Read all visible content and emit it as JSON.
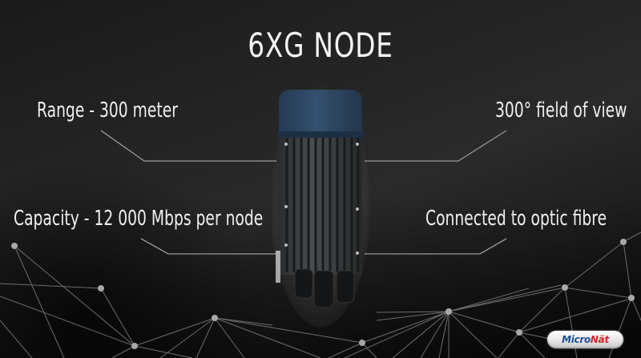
{
  "slide": {
    "title": "6XG NODE",
    "features": [
      {
        "id": "range",
        "label": "Range - 300 meter"
      },
      {
        "id": "field-of-view",
        "label": "300° field of view"
      },
      {
        "id": "capacity",
        "label": "Capacity - 12 000 Mbps per node"
      },
      {
        "id": "fibre",
        "label": "Connected to optic fibre"
      }
    ],
    "product_image": "outdoor radio node device",
    "logo": {
      "part1": "Micro",
      "part2": "Nät"
    }
  },
  "colors": {
    "background": "#232323",
    "text": "#efefef",
    "connector_lines": "#9a9a9a",
    "device_cap": "#2e4a66",
    "device_body": "#3a3d40",
    "logo_blue": "#1f4f9a",
    "logo_red": "#d8232a"
  }
}
